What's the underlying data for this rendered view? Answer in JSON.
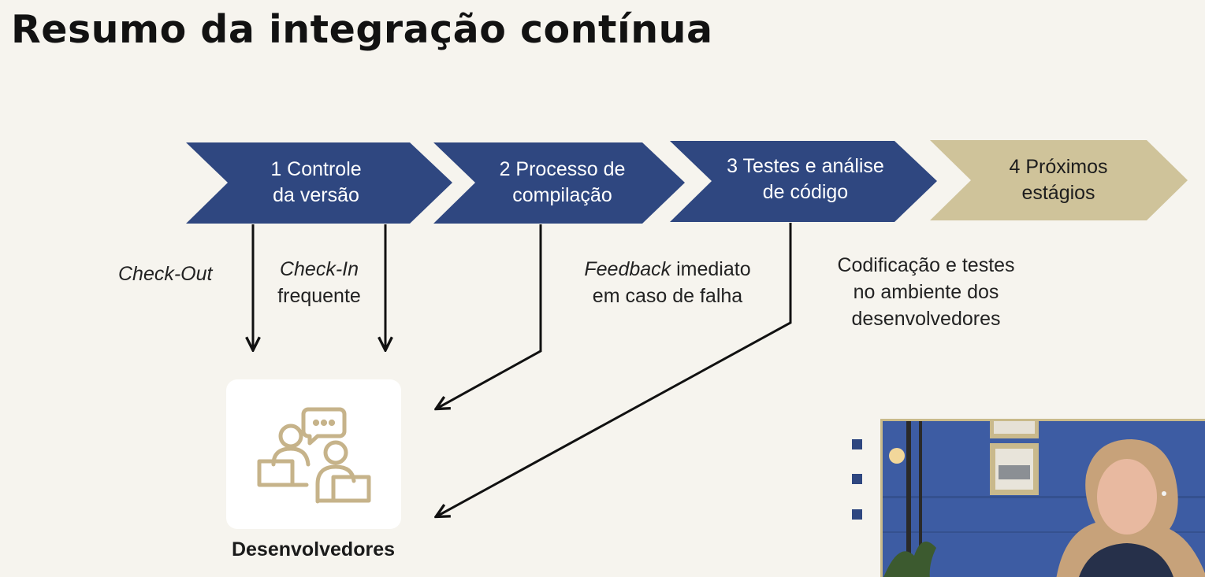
{
  "title": "Resumo da integração contínua",
  "steps": [
    {
      "line1": "1 Controle",
      "line2": "da versão"
    },
    {
      "line1": "2 Processo de",
      "line2": "compilação"
    },
    {
      "line1": "3 Testes e análise",
      "line2": "de código"
    },
    {
      "line1": "4 Próximos",
      "line2": "estágios"
    }
  ],
  "notes": {
    "checkout": "Check-Out",
    "checkin_italic": "Check-In",
    "checkin_rest": "frequente",
    "feedback_italic": "Feedback",
    "feedback_rest1": "imediato",
    "feedback_line2": "em caso de falha",
    "coding_line1": "Codificação e testes",
    "coding_line2": "no ambiente dos",
    "coding_line3": "desenvolvedores"
  },
  "developers_label": "Desenvolvedores",
  "colors": {
    "background": "#f6f4ee",
    "chevron_blue": "#2f4780",
    "chevron_gold": "#cfc39a",
    "icon_gold": "#c6b38a",
    "bullet": "#2f4780"
  },
  "icons": {
    "developers": "people-chat-laptops-icon",
    "presenter": "presenter-video-thumbnail"
  }
}
